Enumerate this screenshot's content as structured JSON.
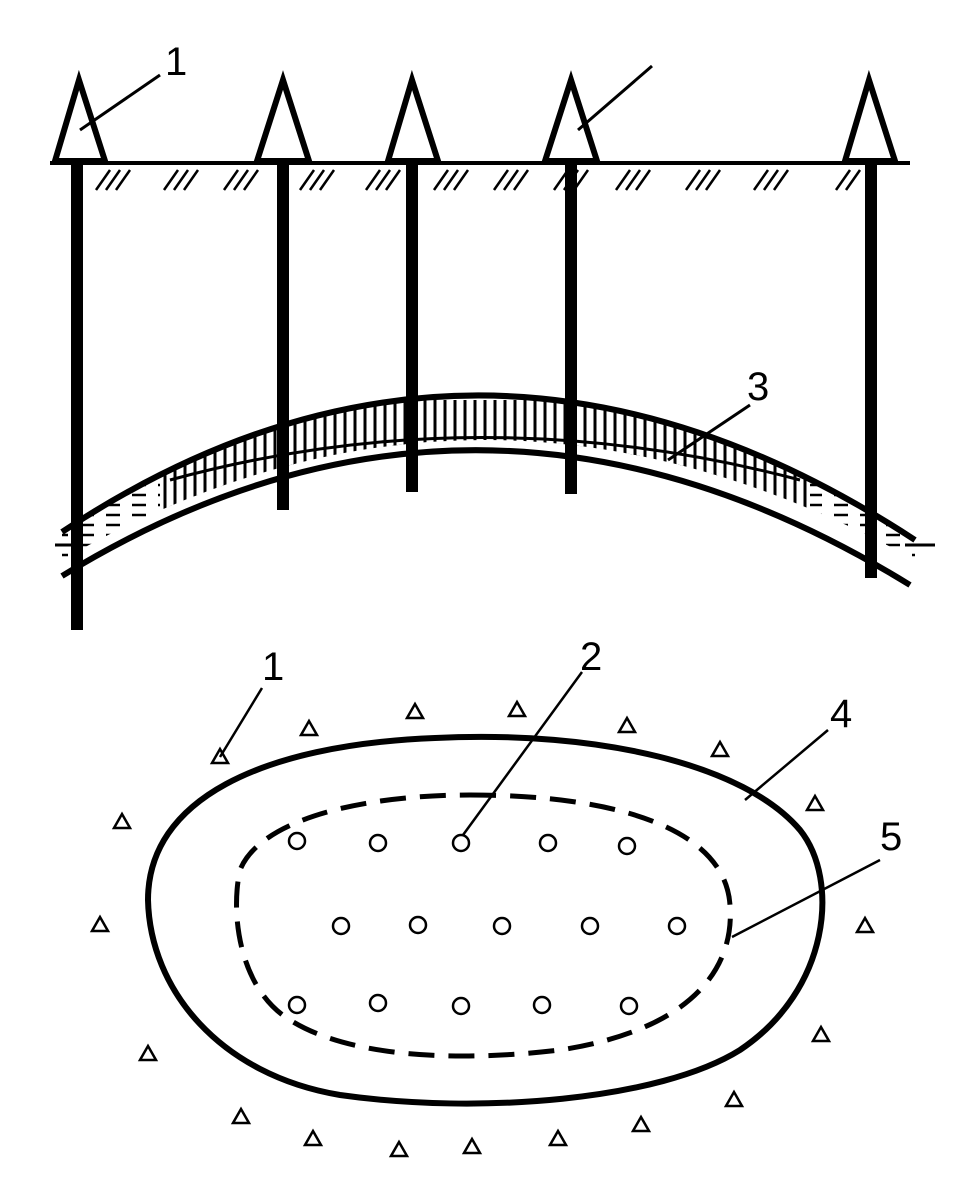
{
  "labels": {
    "l1_top": "1",
    "l3": "3",
    "l1_bottom": "1",
    "l2": "2",
    "l4": "4",
    "l5": "5"
  },
  "colors": {
    "ink": "#000000",
    "paper": "#ffffff"
  }
}
